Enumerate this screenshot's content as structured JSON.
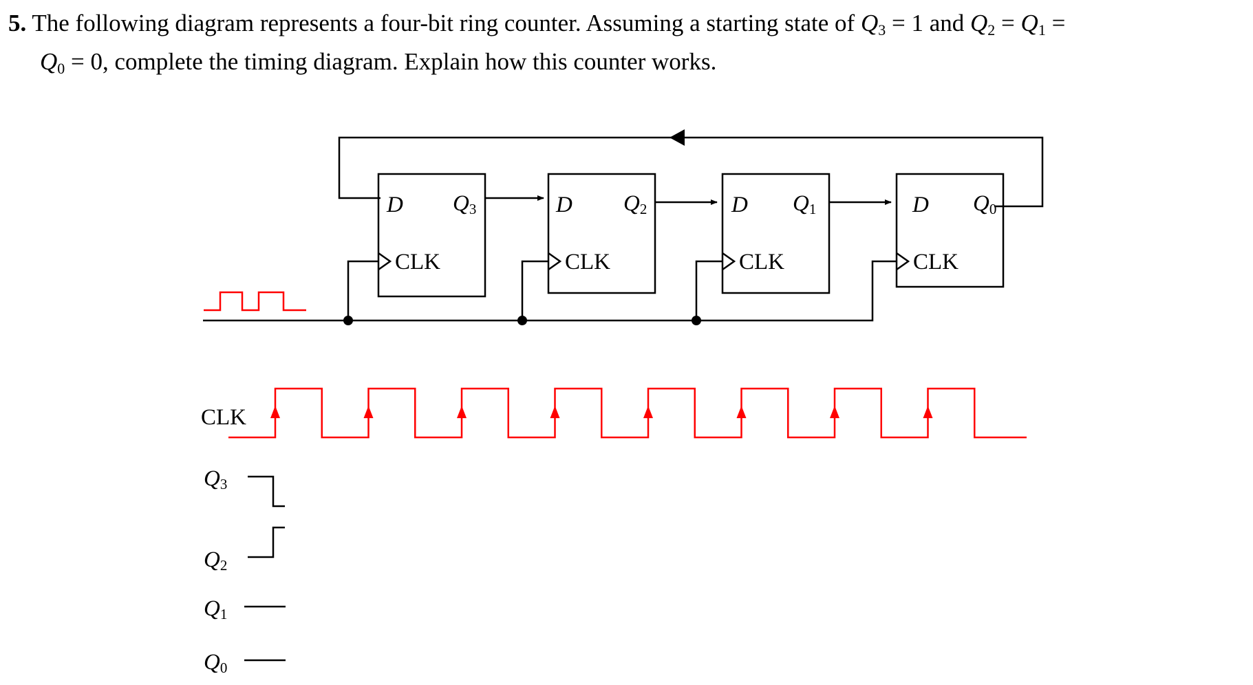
{
  "question": {
    "number": "5.",
    "line1_parts": [
      "The following diagram represents a four-bit ring counter. Assuming a starting state of ",
      "Q",
      "3",
      " = 1 and ",
      "Q",
      "2",
      " = ",
      "Q",
      "1",
      " ="
    ],
    "line2_parts": [
      "Q",
      "0",
      " = 0, complete the timing diagram. Explain how this counter works."
    ]
  },
  "circuit": {
    "flip_flops": [
      {
        "d_label": "D",
        "clk_label": "CLK",
        "q_main": "Q",
        "q_sub": "3"
      },
      {
        "d_label": "D",
        "clk_label": "CLK",
        "q_main": "Q",
        "q_sub": "2"
      },
      {
        "d_label": "D",
        "clk_label": "CLK",
        "q_main": "Q",
        "q_sub": "1"
      },
      {
        "d_label": "D",
        "clk_label": "CLK",
        "q_main": "Q",
        "q_sub": "0"
      }
    ]
  },
  "timing": {
    "clk_label": "CLK",
    "signals": [
      {
        "main": "Q",
        "sub": "3"
      },
      {
        "main": "Q",
        "sub": "2"
      },
      {
        "main": "Q",
        "sub": "1"
      },
      {
        "main": "Q",
        "sub": "0"
      }
    ],
    "clock_cycles": 8,
    "clock_color": "#ff0000",
    "initial_state": {
      "Q3": 1,
      "Q2": 0,
      "Q1": 0,
      "Q0": 0
    }
  },
  "colors": {
    "ink": "#000000",
    "clock": "#ff0000"
  }
}
